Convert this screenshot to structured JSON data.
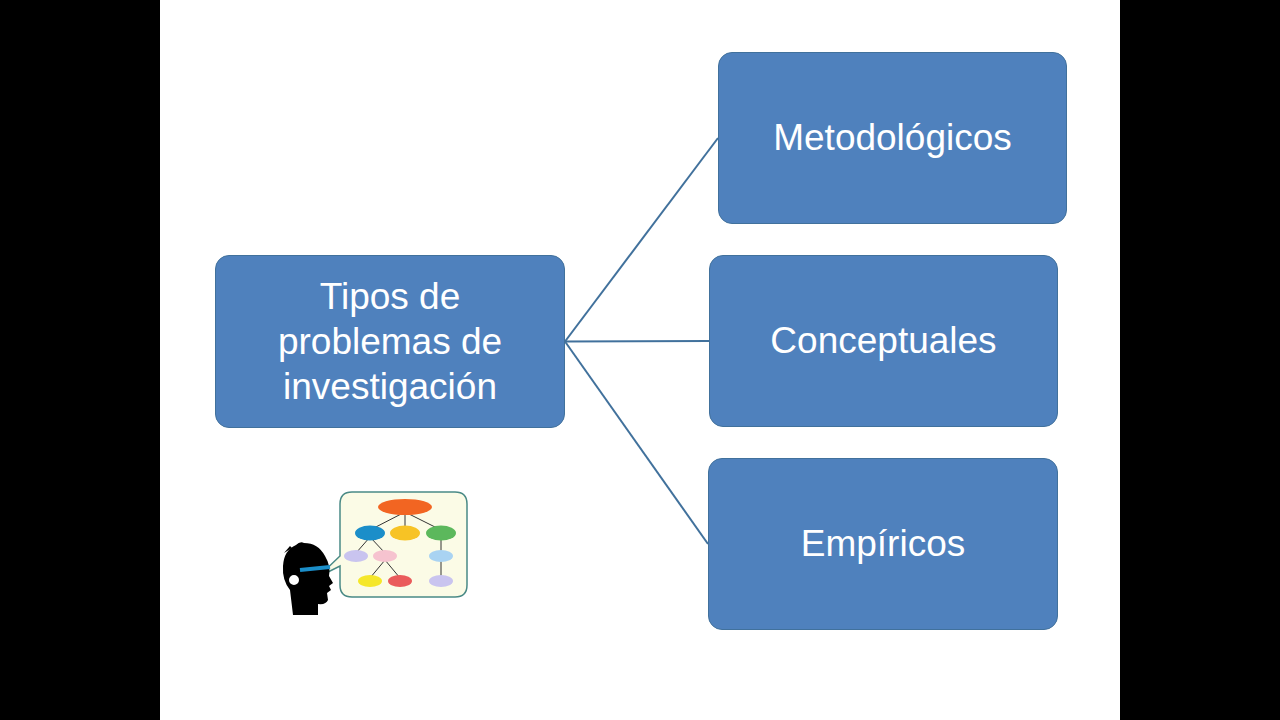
{
  "diagram": {
    "nodes": [
      {
        "text": [
          "Tipos de problemas de investigación"
        ]
      },
      {
        "text": [
          "Metodológicos"
        ]
      },
      {
        "text": [
          "Conceptuales"
        ]
      },
      {
        "text": [
          "Empíricos"
        ]
      }
    ],
    "edges": [
      {
        "from": 0,
        "to": 1,
        "arrow": "none"
      },
      {
        "from": 0,
        "to": 2,
        "arrow": "none"
      },
      {
        "from": 0,
        "to": 3,
        "arrow": "none"
      }
    ]
  }
}
